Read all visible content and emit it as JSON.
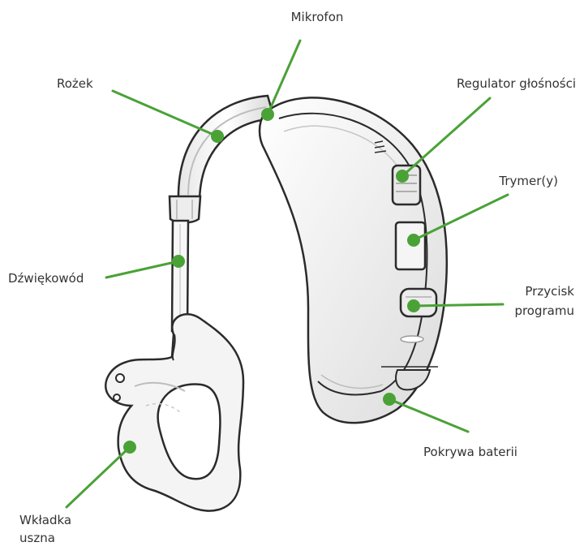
{
  "colors": {
    "leader": "#4aa237",
    "outline": "#2b2b2b",
    "body_fill": "#f1f1f1",
    "text": "#333333"
  },
  "labels": {
    "microphone": "Mikrofon",
    "horn": "Rożek",
    "volume": "Regulator głośności",
    "trimmer": "Trymer(y)",
    "tube": "Dźwiękowód",
    "program_line1": "Przycisk",
    "program_line2": "programu",
    "battery": "Pokrywa baterii",
    "earmold_line1": "Wkładka",
    "earmold_line2": "uszna"
  },
  "icons": {
    "device": "hearing-aid-illustration",
    "marker": "green-dot-marker"
  }
}
